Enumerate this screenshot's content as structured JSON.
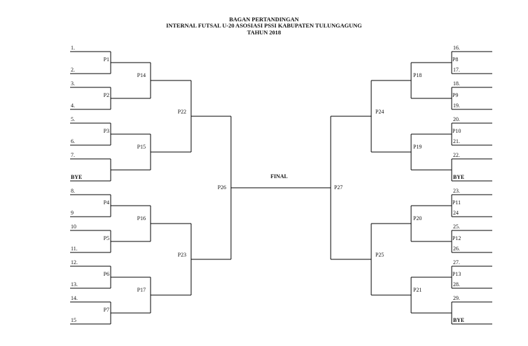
{
  "header": {
    "line1": "BAGAN PERTANDINGAN",
    "line2": "INTERNAL FUTSAL U-20 ASOSIASI PSSI KABUPATEN TULUNGAGUNG",
    "line3": "TAHUN 2018"
  },
  "final_label": "FINAL",
  "left_slots": [
    "1.",
    "2.",
    "3.",
    "4.",
    "5.",
    "6.",
    "7.",
    "BYE",
    "8.",
    "9",
    "10",
    "11.",
    "12.",
    "13.",
    "14.",
    "15"
  ],
  "right_slots": [
    "16.",
    "17.",
    "18.",
    "19.",
    "20.",
    "21.",
    "22.",
    "BYE",
    "23.",
    "24",
    "25.",
    "26.",
    "27.",
    "28.",
    "29.",
    "BYE"
  ],
  "left_round1": [
    "P1",
    "P2",
    "P3",
    "",
    "P4",
    "P5",
    "P6",
    "P7"
  ],
  "left_round2": [
    "P14",
    "P15",
    "P16",
    "P17"
  ],
  "left_round3": [
    "P22",
    "P23"
  ],
  "left_semi": "P26",
  "right_round1": [
    "P8",
    "P9",
    "P10",
    "",
    "P11",
    "P12",
    "P13",
    ""
  ],
  "right_round2": [
    "P18",
    "P19",
    "P20",
    "P21"
  ],
  "right_round3": [
    "P24",
    "P25"
  ],
  "right_semi": "P27"
}
